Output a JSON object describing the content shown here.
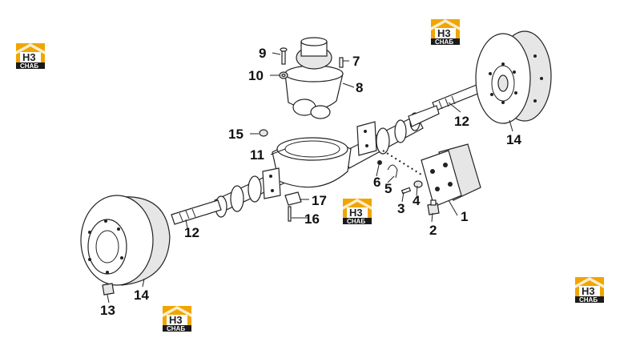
{
  "brand": {
    "logo_mark": "H3",
    "logo_text": "CHAБ",
    "accent_color": "#f0a500",
    "dark_color": "#1a1a1a"
  },
  "callouts": {
    "c1": "1",
    "c2": "2",
    "c3": "3",
    "c4": "4",
    "c5": "5",
    "c6": "6",
    "c7": "7",
    "c8": "8",
    "c9": "9",
    "c10": "10",
    "c11": "11",
    "c12a": "12",
    "c12b": "12",
    "c13": "13",
    "c14a": "14",
    "c14b": "14",
    "c15": "15",
    "c16": "16",
    "c17": "17"
  }
}
